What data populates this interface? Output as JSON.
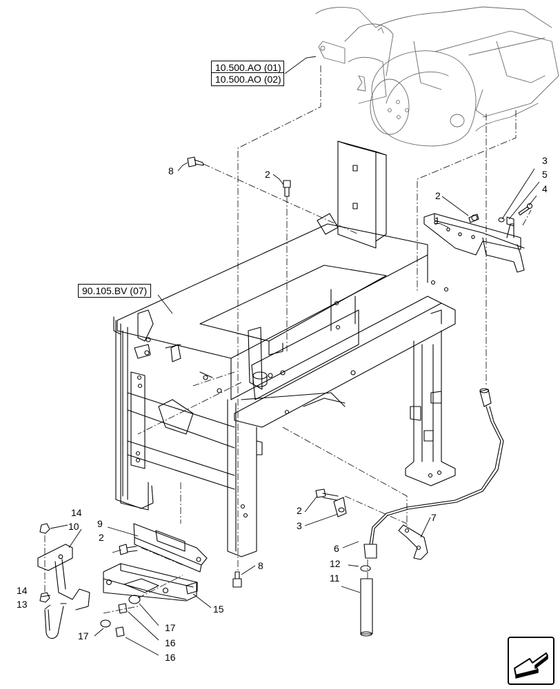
{
  "references": {
    "ref_engine_1": "10.500.AO (01)",
    "ref_engine_2": "10.500.AO (02)",
    "ref_frame": "90.105.BV (07)"
  },
  "callouts": {
    "c1": "1",
    "c2a": "2",
    "c2b": "2",
    "c2c": "2",
    "c2d": "2",
    "c3a": "3",
    "c3b": "3",
    "c4": "4",
    "c5": "5",
    "c6": "6",
    "c7": "7",
    "c8a": "8",
    "c8b": "8",
    "c9": "9",
    "c10": "10",
    "c11": "11",
    "c12": "12",
    "c13": "13",
    "c14a": "14",
    "c14b": "14",
    "c15": "15",
    "c16a": "16",
    "c16b": "16",
    "c17a": "17",
    "c17b": "17"
  },
  "icons": {
    "nav": "next-page-arrow-icon"
  }
}
